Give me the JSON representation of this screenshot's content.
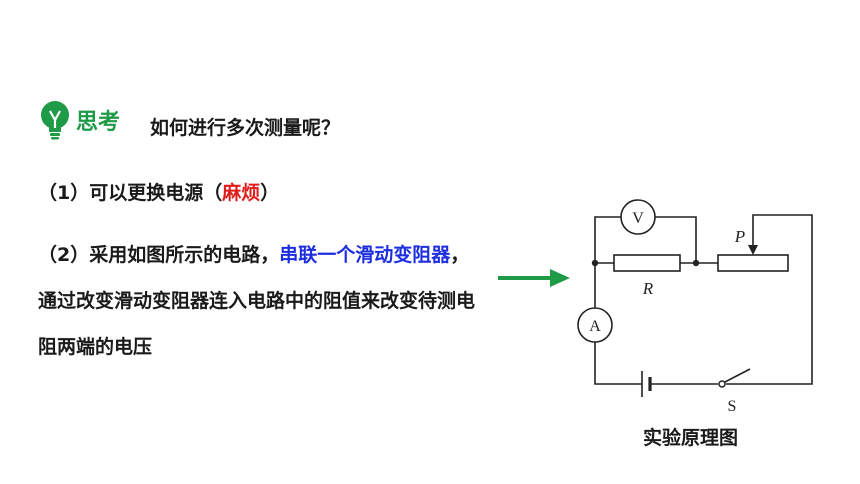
{
  "header": {
    "think_label": "思考",
    "question": "如何进行多次测量呢？"
  },
  "points": [
    {
      "prefix": "（1）可以更换电源（",
      "highlight": "麻烦",
      "suffix": "）"
    },
    {
      "prefix": "（2）采用如图所示的电路，",
      "highlight": "串联一个滑动变阻器",
      "suffix": "，通过改变滑动变阻器连入电路中的阻值来改变待测电阻两端的电压"
    }
  ],
  "diagram": {
    "voltmeter": "V",
    "ammeter": "A",
    "resistor": "R",
    "slider": "P",
    "switch": "S",
    "caption": "实验原理图"
  },
  "colors": {
    "think": "#1f9a47",
    "red": "#e21b1b",
    "blue": "#1c2ee0",
    "arrow": "#1f9a47"
  }
}
